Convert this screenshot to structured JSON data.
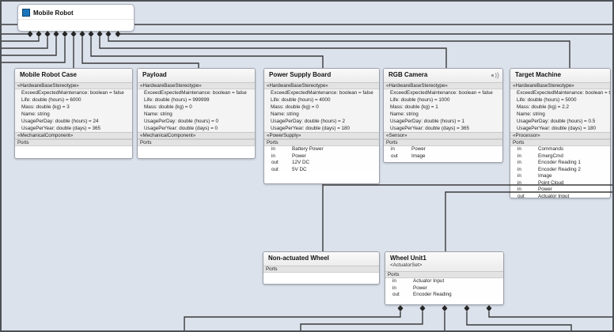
{
  "diagram": {
    "tool": "architecture-diagram",
    "canvas_color": "#dce2ec",
    "line_color": "#3a3a3a",
    "component_icon_color": "#1b75bc"
  },
  "root": {
    "title": "Mobile Robot"
  },
  "blocks": [
    {
      "id": "mobile-robot-case",
      "title": "Mobile Robot Case",
      "stereotype": "«HardwareBaseStereotype»",
      "properties": [
        "ExceedExpectedMaintenance: boolean = false",
        "Life: double (hours) = 6000",
        "Mass: double (kg) = 3",
        "Name: string",
        "UsagePerDay: double (hours) = 24",
        "UsagePerYear: double (days) = 365"
      ],
      "stereotype2": "«MechanicalComponent»",
      "ports_label": "Ports",
      "ports": []
    },
    {
      "id": "payload",
      "title": "Payload",
      "stereotype": "«HardwareBaseStereotype»",
      "properties": [
        "ExceedExpectedMaintenance: boolean = false",
        "Life: double (hours) = 999999",
        "Mass: double (kg) = 0",
        "Name: string",
        "UsagePerDay: double (hours) = 0",
        "UsagePerYear: double (days) = 0"
      ],
      "stereotype2": "«MechanicalComponent»",
      "ports_label": "Ports",
      "ports": []
    },
    {
      "id": "power-supply-board",
      "title": "Power Supply Board",
      "stereotype": "«HardwareBaseStereotype»",
      "properties": [
        "ExceedExpectedMaintenance: boolean = false",
        "Life: double (hours) = 4000",
        "Mass: double (kg) = 0",
        "Name: string",
        "UsagePerDay: double (hours) = 2",
        "UsagePerYear: double (days) = 180"
      ],
      "stereotype2": "«PowerSupply»",
      "ports_label": "Ports",
      "ports": [
        {
          "dir": "in",
          "name": "Battery Power"
        },
        {
          "dir": "in",
          "name": "Power"
        },
        {
          "dir": "out",
          "name": "12V DC"
        },
        {
          "dir": "out",
          "name": "5V DC"
        }
      ]
    },
    {
      "id": "rgb-camera",
      "title": "RGB Camera",
      "badge_icon": "behavior-badge",
      "stereotype": "«HardwareBaseStereotype»",
      "properties": [
        "ExceedExpectedMaintenance: boolean = false",
        "Life: double (hours) = 1000",
        "Mass: double (kg) = 1",
        "Name: string",
        "UsagePerDay: double (hours) = 1",
        "UsagePerYear: double (days) = 365"
      ],
      "stereotype2": "«Sensor»",
      "ports_label": "Ports",
      "ports": [
        {
          "dir": "in",
          "name": "Power"
        },
        {
          "dir": "out",
          "name": "Image"
        }
      ]
    },
    {
      "id": "target-machine",
      "title": "Target Machine",
      "stereotype": "«HardwareBaseStereotype»",
      "properties": [
        "ExceedExpectedMaintenance: boolean = true",
        "Life: double (hours) = 5000",
        "Mass: double (kg) = 2.2",
        "Name: string",
        "UsagePerDay: double (hours) = 0.5",
        "UsagePerYear: double (days) = 180"
      ],
      "stereotype2": "«Processor»",
      "ports_label": "Ports",
      "ports": [
        {
          "dir": "in",
          "name": "Commands"
        },
        {
          "dir": "in",
          "name": "EmergCmd"
        },
        {
          "dir": "in",
          "name": "Encoder Reading 1"
        },
        {
          "dir": "in",
          "name": "Encoder Reading 2"
        },
        {
          "dir": "in",
          "name": "Image"
        },
        {
          "dir": "in",
          "name": "Point Cloud"
        },
        {
          "dir": "in",
          "name": "Power"
        },
        {
          "dir": "out",
          "name": "Actuator Input"
        }
      ]
    },
    {
      "id": "non-actuated-wheel",
      "title": "Non-actuated Wheel",
      "ports_label": "Ports",
      "ports": []
    },
    {
      "id": "wheel-unit1",
      "title": "Wheel Unit1",
      "subtitle": "<ActuatorSet>",
      "ports_label": "Ports",
      "ports": [
        {
          "dir": "in",
          "name": "Actuator Input"
        },
        {
          "dir": "in",
          "name": "Power"
        },
        {
          "dir": "out",
          "name": "Encoder Reading"
        }
      ]
    }
  ]
}
